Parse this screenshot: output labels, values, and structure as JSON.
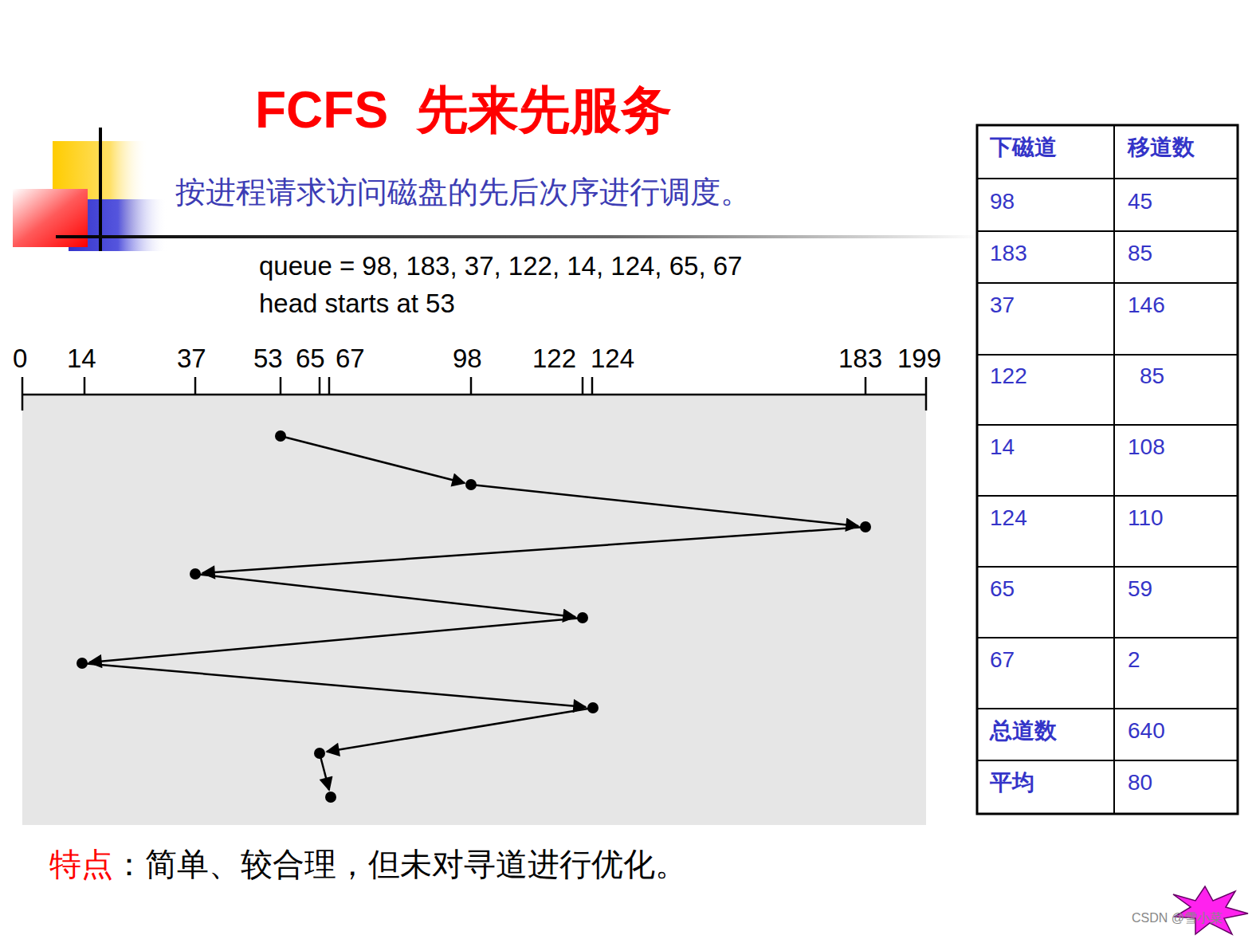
{
  "diagram": {
    "title": "FCFS  先来先服务",
    "labels": [
      "按进程请求访问磁盘的先后次序进行调度。",
      "queue = 98, 183, 37, 122, 14, 124, 65, 67",
      "head starts at 53",
      "0",
      "14",
      "37",
      "53",
      "65",
      "67",
      "98",
      "122",
      "124",
      "183",
      "199",
      "下磁道",
      "移道数",
      "98",
      "45",
      "183",
      "85",
      "37",
      "146",
      "122",
      "85",
      "14",
      "108",
      "124",
      "110",
      "65",
      "59",
      "67",
      "2",
      "总道数",
      "640",
      "平均",
      "80",
      "特点",
      "：简单、较合理，但未对寻道进行优化。",
      "CSDN @雪小菜"
    ]
  }
}
